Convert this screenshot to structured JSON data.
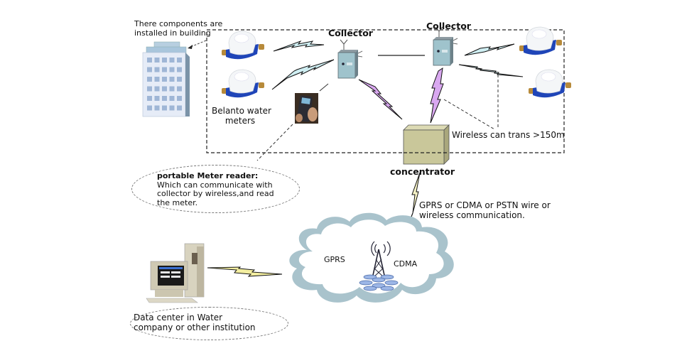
{
  "diagram": {
    "title": "Wireless water meter reading system",
    "building_note": [
      "There components are",
      "installed in building"
    ],
    "meters_label": [
      "Belanto water",
      "meters"
    ],
    "collector_left_label": "Collector",
    "collector_right_label": "Collector",
    "wireless_range_label": "Wireless can trans >150m",
    "concentrator_label": "concentrator",
    "portable_reader": {
      "title": "portable Meter reader:",
      "lines": [
        "Which can communicate with",
        "collector by wireless,and read",
        "the meter."
      ]
    },
    "uplink_label": [
      "GPRS or CDMA or PSTN wire or",
      "wireless communication."
    ],
    "cloud": {
      "left_label": "GPRS",
      "right_label": "CDMA"
    },
    "data_center": [
      "Data center in Water",
      "company or other institution"
    ],
    "colors": {
      "meter_link": "#cfeef2",
      "collector_link": "#d9a8f0",
      "datacenter_link": "#f3eea0",
      "cloud_fill": "#ffffff",
      "cloud_stroke": "#9ab8c2",
      "concentrator": "#c9c79a",
      "meter_body": "#1f45b8",
      "building": "#dfe7f4"
    }
  }
}
